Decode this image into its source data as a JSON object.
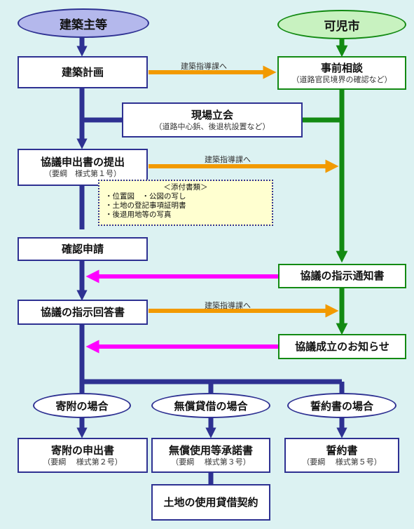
{
  "headers": {
    "applicant": "建築主等",
    "city": "可児市"
  },
  "steps": {
    "plan": "建築計画",
    "consultation_title": "事前相談",
    "consultation_sub": "（道路官民境界の確認など）",
    "site_title": "現場立会",
    "site_sub": "（道路中心鋲、後退杭設置など）",
    "submission_title": "協議申出書の提出",
    "submission_sub": "（要綱　様式第１号）",
    "confirm": "確認申請",
    "instruction_notice": "協議の指示通知書",
    "instruction_reply": "協議の指示回答書",
    "agreement_notice": "協議成立のお知らせ"
  },
  "arrow_labels": {
    "to_guidance_1": "建築指導課へ",
    "to_guidance_2": "建築指導課へ",
    "to_guidance_3": "建築指導課へ"
  },
  "attachments": {
    "title": "＜添付書類＞",
    "items": [
      "・位置図　・公図の写し",
      "・土地の登記事項証明書",
      "・後退用地等の写真"
    ]
  },
  "cases": {
    "donation": "寄附の場合",
    "loan": "無償貸借の場合",
    "pledge": "誓約書の場合"
  },
  "documents": {
    "donation_title": "寄附の申出書",
    "donation_sub": "（要綱　 様式第２号）",
    "loan_title": "無償使用等承諾書",
    "loan_sub": "（要綱　 様式第３号）",
    "pledge_title": "誓約書",
    "pledge_sub": "（要綱　 様式第５号）",
    "contract": "土地の使用貸借契約"
  },
  "colors": {
    "main_flow": "#2e3192",
    "city_flow": "#138a13",
    "to_guidance": "#f29a00",
    "feedback": "#ff00ff",
    "background": "#dcf2f2"
  }
}
